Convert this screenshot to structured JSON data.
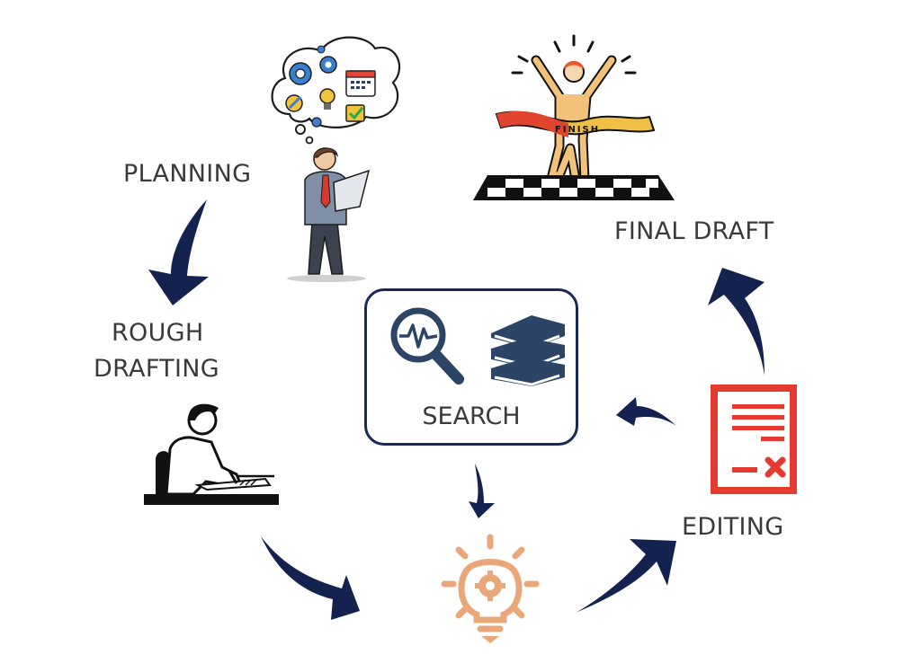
{
  "diagram": {
    "type": "writing-process-cycle",
    "colors": {
      "arrow": "#13224f",
      "label_text": "#3a3a3a",
      "search_border": "#1b2a55",
      "search_icons": "#2c4566",
      "editing_icon": "#e43a2f",
      "idea_icon": "#eaa87a"
    },
    "stages": [
      {
        "id": "planning",
        "label": "PLANNING",
        "icon": "person-thinking-icon"
      },
      {
        "id": "rough_drafting",
        "label_line1": "ROUGH",
        "label_line2": "DRAFTING",
        "icon": "person-writing-icon"
      },
      {
        "id": "idea",
        "label": "",
        "icon": "lightbulb-gear-icon"
      },
      {
        "id": "editing",
        "label": "EDITING",
        "icon": "document-edit-icon"
      },
      {
        "id": "final_draft",
        "label": "FINAL DRAFT",
        "icon": "finish-line-icon"
      }
    ],
    "center": {
      "label": "SEARCH",
      "icons": [
        "magnifier-pulse-icon",
        "books-stack-icon"
      ]
    },
    "finish_banner_text": "FINISH"
  }
}
